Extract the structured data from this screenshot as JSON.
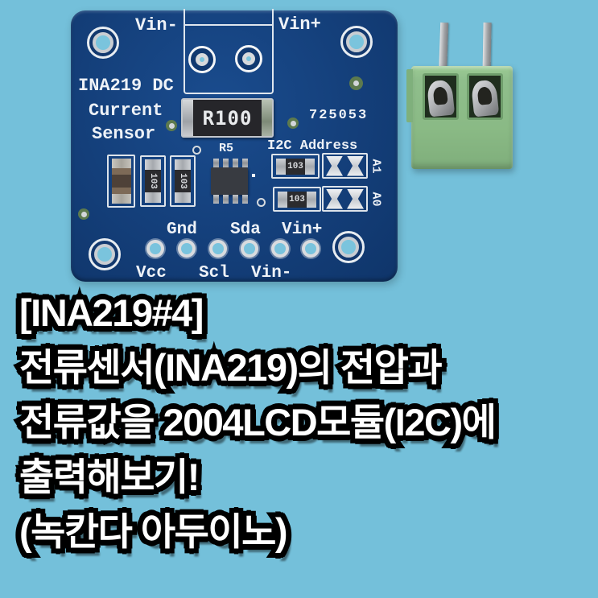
{
  "page": {
    "background_color": "#74c0da"
  },
  "board": {
    "description": "INA219 DC current sensor breakout PCB",
    "pcb_color": "#143f7a",
    "silkscreen_color": "#eef2f7",
    "labels": {
      "vin_minus_top": "Vin-",
      "vin_plus_top": "Vin+",
      "title_line1": "INA219 DC",
      "title_line2": "Current",
      "title_line3": "Sensor",
      "shunt_value": "R100",
      "serial": "725053",
      "r5": "R5",
      "i2c_address": "I2C Address",
      "jumper_a1": "A1",
      "jumper_a0": "A0",
      "smd_code": "103",
      "pin_top_row": [
        "Gnd",
        "Sda",
        "Vin+"
      ],
      "pin_bottom_row": [
        "Vcc",
        "Scl",
        "Vin-"
      ]
    }
  },
  "terminal_block": {
    "description": "2-pin green screw terminal block",
    "color": "#8fbe8c"
  },
  "caption": {
    "fill_color": "#ffffff",
    "outline_color": "#000000",
    "lines": [
      "[INA219#4]",
      "전류센서(INA219)의 전압과",
      "전류값을 2004LCD모듈(I2C)에",
      "출력해보기!",
      "(녹칸다 아두이노)"
    ]
  }
}
